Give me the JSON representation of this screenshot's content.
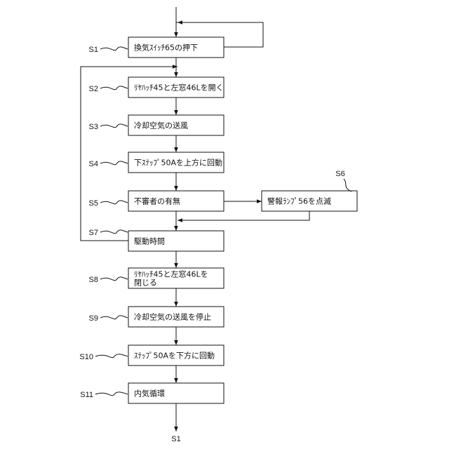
{
  "flowchart": {
    "steps": [
      {
        "id": "S1",
        "label": "S1",
        "text": [
          "換気ｽｲｯﾁ65の押下"
        ]
      },
      {
        "id": "S2",
        "label": "S2",
        "text": [
          "ﾘﾔﾊｯﾁ45と左窓46Lを開く"
        ]
      },
      {
        "id": "S3",
        "label": "S3",
        "text": [
          "冷却空気の送風"
        ]
      },
      {
        "id": "S4",
        "label": "S4",
        "text": [
          "下ｽﾃｯﾌﾟ50Aを上方に回動"
        ]
      },
      {
        "id": "S5",
        "label": "S5",
        "text": [
          "不審者の有無"
        ]
      },
      {
        "id": "S6",
        "label": "S6",
        "text": [
          "警報ﾗﾝﾌﾟ56を点滅"
        ]
      },
      {
        "id": "S7",
        "label": "S7",
        "text": [
          "駆動時間"
        ]
      },
      {
        "id": "S8",
        "label": "S8",
        "text": [
          "ﾘﾔﾊｯﾁ45と左窓46Lを",
          "閉じる"
        ]
      },
      {
        "id": "S9",
        "label": "S9",
        "text": [
          "冷却空気の送風を停止"
        ]
      },
      {
        "id": "S10",
        "label": "S10",
        "text": [
          "ｽﾃｯﾌﾟ50Aを下方に回動"
        ]
      },
      {
        "id": "S11",
        "label": "S11",
        "text": [
          "内気循環"
        ]
      }
    ],
    "end_label": "S1"
  }
}
